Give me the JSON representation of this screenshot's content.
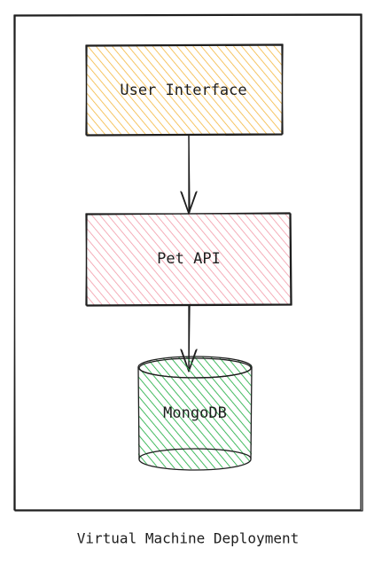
{
  "nodes": {
    "user_interface": {
      "label": "User Interface",
      "color": "#f4b73d"
    },
    "pet_api": {
      "label": "Pet API",
      "color": "#f29aa8"
    },
    "mongodb": {
      "label": "MongoDB",
      "color": "#2fb34f"
    }
  },
  "caption": "Virtual Machine Deployment",
  "edges": [
    {
      "from": "User Interface",
      "to": "Pet API"
    },
    {
      "from": "Pet API",
      "to": "MongoDB"
    }
  ]
}
